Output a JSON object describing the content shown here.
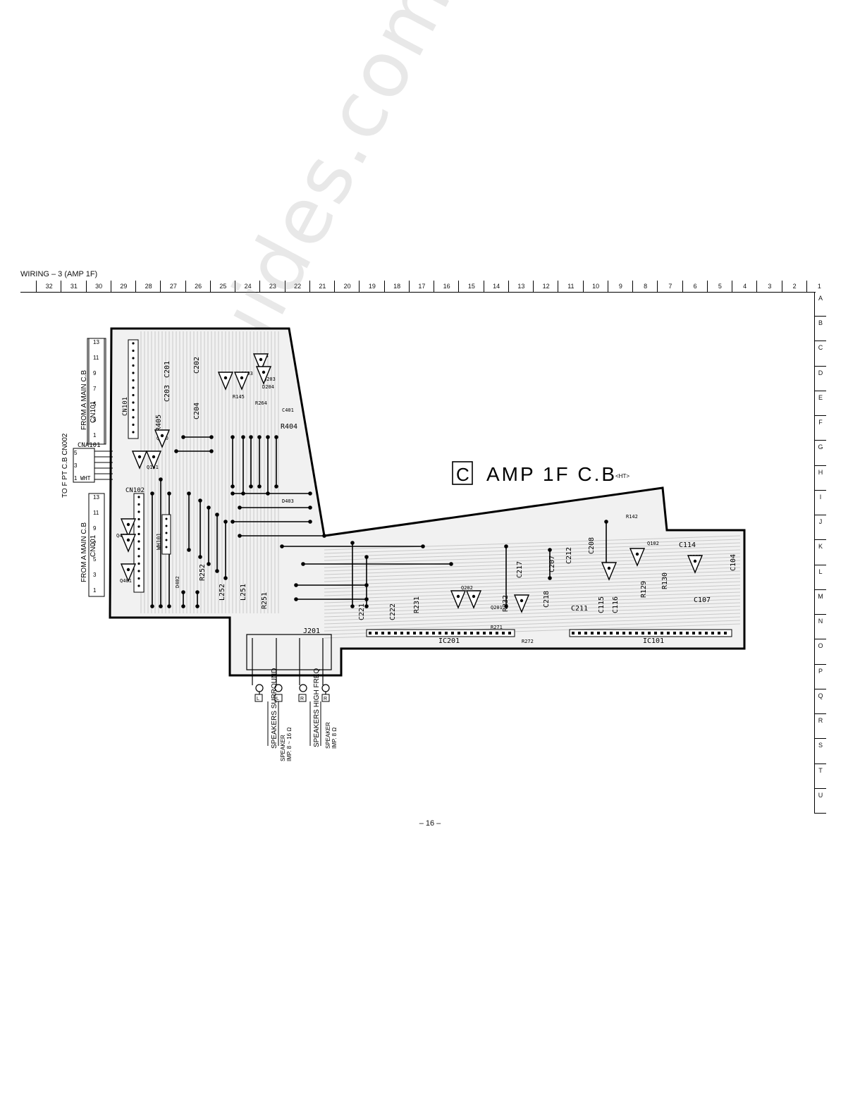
{
  "header": {
    "title": "WIRING – 3  (AMP 1F)"
  },
  "grid": {
    "columns": [
      "32",
      "31",
      "30",
      "29",
      "28",
      "27",
      "26",
      "25",
      "24",
      "23",
      "22",
      "21",
      "20",
      "19",
      "18",
      "17",
      "16",
      "15",
      "14",
      "13",
      "12",
      "11",
      "10",
      "9",
      "8",
      "7",
      "6",
      "5",
      "4",
      "3",
      "2",
      "1"
    ],
    "rows": [
      "A",
      "B",
      "C",
      "D",
      "E",
      "F",
      "G",
      "H",
      "I",
      "J",
      "K",
      "L",
      "M",
      "N",
      "O",
      "P",
      "Q",
      "R",
      "S",
      "T",
      "U"
    ]
  },
  "board": {
    "letter": "C",
    "name": "AMP 1F C.B",
    "tag": "<HT>"
  },
  "connectors": {
    "top_from": "FROM A MAIN C.B",
    "top_cn": "CN101",
    "top_pins": [
      "13",
      "11",
      "9",
      "7",
      "5",
      "3",
      "1"
    ],
    "bottom_from": "FROM A MAIN C.B",
    "bottom_cn": "CN001",
    "bottom_pins": [
      "13",
      "11",
      "9",
      "7",
      "5",
      "3",
      "1"
    ],
    "left_label": "TO F PT C.B CN002",
    "cna101": "CNA101",
    "cna_pins": [
      "5",
      "3",
      "1"
    ],
    "wht": "WHT",
    "cn101": "CN101",
    "cn102": "CN102",
    "wh101": "WH101",
    "j201": "J201"
  },
  "components": [
    "C201",
    "C202",
    "C203",
    "C204",
    "R405",
    "C401",
    "R404",
    "Q150",
    "Q151",
    "Q204",
    "Q203",
    "Q103",
    "D204",
    "R145",
    "R264",
    "D403",
    "D402",
    "R252",
    "L252",
    "L251",
    "R251",
    "Q402",
    "Q401",
    "Q102",
    "Q101",
    "C104",
    "C114",
    "C107",
    "C217",
    "C207",
    "C212",
    "C208",
    "C218",
    "C211",
    "C115",
    "C116",
    "R130",
    "R129",
    "R142",
    "C221",
    "C222",
    "Q202",
    "Q201",
    "R232",
    "R231",
    "IC201",
    "IC101",
    "R271",
    "R272"
  ],
  "speakers": {
    "left_label": "SPEAKERS SURROUND",
    "left_imp_title": "SPEAKER",
    "left_imp": "IMP. 8 ~ 16 Ω",
    "right_label": "SPEAKERS HIGH FREQ",
    "right_imp_title": "SPEAKER",
    "right_imp": "IMP. 8 Ω",
    "terminals": [
      "L",
      "L",
      "R",
      "R"
    ]
  },
  "footer": {
    "page": "– 16 –"
  },
  "watermark": "all-guides.com"
}
